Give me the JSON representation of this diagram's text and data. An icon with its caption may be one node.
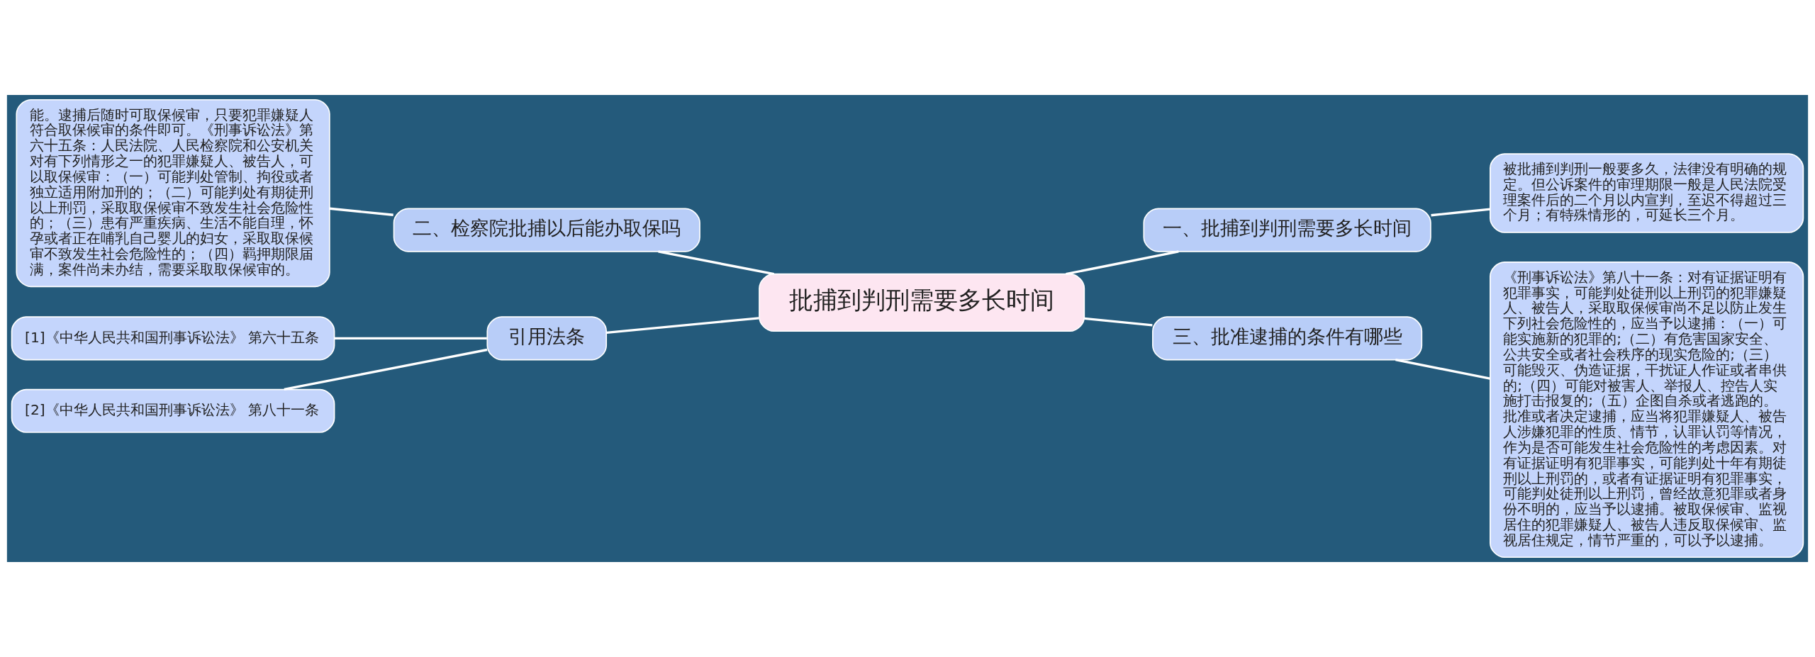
{
  "diagram": {
    "nodes": [
      {
        "text": [
          "批捕到判刑需要多长时间"
        ]
      },
      {
        "text": [
          "一、批捕到判刑需要多长时间"
        ]
      },
      {
        "text": [
          "被批捕到判刑一般要多久，法律没有明确的规定。但公诉案件的审理期限一般是人民法院受理案件后的二个月以内宣判，至迟不得超过三个月；有特殊情形的，可延长三个月。"
        ]
      },
      {
        "text": [
          "二、检察院批捕以后能办取保吗"
        ]
      },
      {
        "text": [
          "能。逮捕后随时可取保候审，只要犯罪嫌疑人符合取保候审的条件即可。《刑事诉讼法》第六十五条：人民法院、人民检察院和公安机关对有下列情形之一的犯罪嫌疑人、被告人，可以取保候审：（一）可能判处管制、拘役或者独立适用附加刑的；（二）可能判处有期徒刑以上刑罚，采取取保候审不致发生社会危险性的；（三）患有严重疾病、生活不能自理，怀孕或者正在哺乳自己婴儿的妇女，采取取保候审不致发生社会危险性的；（四）羁押期限届满，案件尚未办结，需要采取取保候审的。"
        ]
      },
      {
        "text": [
          "引用法条"
        ]
      },
      {
        "text": [
          "[1]《中华人民共和国刑事诉讼法》 第六十五条"
        ]
      },
      {
        "text": [
          "[2]《中华人民共和国刑事诉讼法》 第八十一条"
        ]
      },
      {
        "text": [
          "三、批准逮捕的条件有哪些"
        ]
      },
      {
        "text": [
          "《刑事诉讼法》第八十一条：对有证据证明有犯罪事实，可能判处徒刑以上刑罚的犯罪嫌疑人、被告人，采取取保候审尚不足以防止发生下列社会危险性的，应当予以逮捕：（一）可能实施新的犯罪的;（二）有危害国家安全、公共安全或者社会秩序的现实危险的;（三）可能毁灭、伪造证据，干扰证人作证或者串供的;（四）可能对被害人、举报人、控告人实施打击报复的;（五）企图自杀或者逃跑的。批准或者决定逮捕，应当将犯罪嫌疑人、被告人涉嫌犯罪的性质、情节，认罪认罚等情况，作为是否可能发生社会危险性的考虑因素。对有证据证明有犯罪事实，可能判处十年有期徒刑以上刑罚的，或者有证据证明有犯罪事实，可能判处徒刑以上刑罚，曾经故意犯罪或者身份不明的，应当予以逮捕。被取保候审、监视居住的犯罪嫌疑人、被告人违反取保候审、监视居住规定，情节严重的，可以予以逮捕。"
        ]
      }
    ],
    "edges": [
      {
        "from": 0,
        "to": 1,
        "arrow": "none"
      },
      {
        "from": 1,
        "to": 2,
        "arrow": "none"
      },
      {
        "from": 0,
        "to": 3,
        "arrow": "none"
      },
      {
        "from": 3,
        "to": 4,
        "arrow": "none"
      },
      {
        "from": 0,
        "to": 5,
        "arrow": "none"
      },
      {
        "from": 5,
        "to": 6,
        "arrow": "none"
      },
      {
        "from": 5,
        "to": 7,
        "arrow": "none"
      },
      {
        "from": 0,
        "to": 8,
        "arrow": "none"
      },
      {
        "from": 8,
        "to": 9,
        "arrow": "none"
      }
    ]
  }
}
